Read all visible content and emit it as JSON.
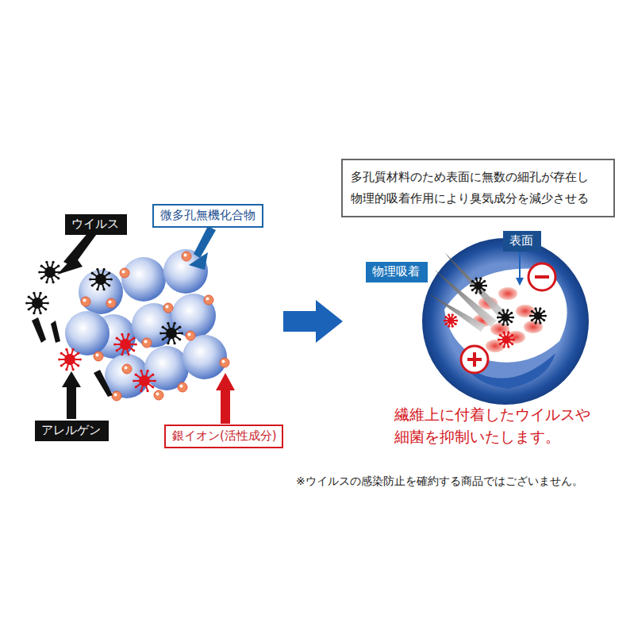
{
  "diagram": {
    "nodes": [
      {
        "text": [
          "ウイルス"
        ]
      },
      {
        "text": [
          "微多孔無機化合物"
        ]
      },
      {
        "text": [
          "アレルゲン"
        ]
      },
      {
        "text": [
          "銀イオン(活性成分)"
        ]
      },
      {
        "text": [
          "多孔質材料のため表面に無数の細孔が存在し 物理的吸着作用により臭気成分を減少させる"
        ]
      },
      {
        "text": [
          "表面"
        ]
      },
      {
        "text": [
          "物理吸着"
        ]
      }
    ],
    "labels": [
      "繊維上に付着したウイルスや 細菌を抑制いたします。",
      "※ウイルスの感染防止を確約する商品ではございません。"
    ]
  }
}
